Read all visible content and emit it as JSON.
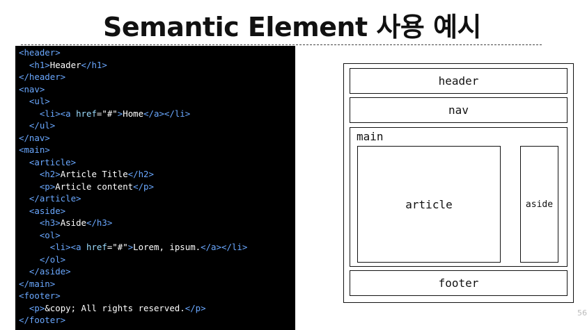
{
  "slide": {
    "title": "Semantic Element 사용 예시",
    "page_number": "56"
  },
  "code": {
    "lines": [
      [
        {
          "t": "tag",
          "v": "<header>"
        }
      ],
      [
        {
          "t": "txt",
          "v": "  "
        },
        {
          "t": "tag",
          "v": "<h1>"
        },
        {
          "t": "txt",
          "v": "Header"
        },
        {
          "t": "tag",
          "v": "</h1>"
        }
      ],
      [
        {
          "t": "tag",
          "v": "</header>"
        }
      ],
      [
        {
          "t": "tag",
          "v": "<nav>"
        }
      ],
      [
        {
          "t": "txt",
          "v": "  "
        },
        {
          "t": "tag",
          "v": "<ul>"
        }
      ],
      [
        {
          "t": "txt",
          "v": "    "
        },
        {
          "t": "tag",
          "v": "<li><a "
        },
        {
          "t": "attr",
          "v": "href"
        },
        {
          "t": "txt",
          "v": "="
        },
        {
          "t": "str",
          "v": "\"#\""
        },
        {
          "t": "tag",
          "v": ">"
        },
        {
          "t": "txt",
          "v": "Home"
        },
        {
          "t": "tag",
          "v": "</a></li>"
        }
      ],
      [
        {
          "t": "txt",
          "v": "  "
        },
        {
          "t": "tag",
          "v": "</ul>"
        }
      ],
      [
        {
          "t": "tag",
          "v": "</nav>"
        }
      ],
      [
        {
          "t": "tag",
          "v": "<main>"
        }
      ],
      [
        {
          "t": "txt",
          "v": "  "
        },
        {
          "t": "tag",
          "v": "<article>"
        }
      ],
      [
        {
          "t": "txt",
          "v": "    "
        },
        {
          "t": "tag",
          "v": "<h2>"
        },
        {
          "t": "txt",
          "v": "Article Title"
        },
        {
          "t": "tag",
          "v": "</h2>"
        }
      ],
      [
        {
          "t": "txt",
          "v": "    "
        },
        {
          "t": "tag",
          "v": "<p>"
        },
        {
          "t": "txt",
          "v": "Article content"
        },
        {
          "t": "tag",
          "v": "</p>"
        }
      ],
      [
        {
          "t": "txt",
          "v": "  "
        },
        {
          "t": "tag",
          "v": "</article>"
        }
      ],
      [
        {
          "t": "txt",
          "v": "  "
        },
        {
          "t": "tag",
          "v": "<aside>"
        }
      ],
      [
        {
          "t": "txt",
          "v": "    "
        },
        {
          "t": "tag",
          "v": "<h3>"
        },
        {
          "t": "txt",
          "v": "Aside"
        },
        {
          "t": "tag",
          "v": "</h3>"
        }
      ],
      [
        {
          "t": "txt",
          "v": "    "
        },
        {
          "t": "tag",
          "v": "<ol>"
        }
      ],
      [
        {
          "t": "txt",
          "v": "      "
        },
        {
          "t": "tag",
          "v": "<li><a "
        },
        {
          "t": "attr",
          "v": "href"
        },
        {
          "t": "txt",
          "v": "="
        },
        {
          "t": "str",
          "v": "\"#\""
        },
        {
          "t": "tag",
          "v": ">"
        },
        {
          "t": "txt",
          "v": "Lorem, ipsum."
        },
        {
          "t": "tag",
          "v": "</a></li>"
        }
      ],
      [
        {
          "t": "txt",
          "v": "    "
        },
        {
          "t": "tag",
          "v": "</ol>"
        }
      ],
      [
        {
          "t": "txt",
          "v": "  "
        },
        {
          "t": "tag",
          "v": "</aside>"
        }
      ],
      [
        {
          "t": "tag",
          "v": "</main>"
        }
      ],
      [
        {
          "t": "tag",
          "v": "<footer>"
        }
      ],
      [
        {
          "t": "txt",
          "v": "  "
        },
        {
          "t": "tag",
          "v": "<p>"
        },
        {
          "t": "txt",
          "v": "&copy; All rights reserved."
        },
        {
          "t": "tag",
          "v": "</p>"
        }
      ],
      [
        {
          "t": "tag",
          "v": "</footer>"
        }
      ]
    ],
    "colors": {
      "background": "#000000",
      "tag": "#6aa8ff",
      "attribute": "#9cdcfe",
      "text": "#ffffff"
    }
  },
  "diagram": {
    "header_label": "header",
    "nav_label": "nav",
    "main_label": "main",
    "article_label": "article",
    "aside_label": "aside",
    "footer_label": "footer"
  }
}
